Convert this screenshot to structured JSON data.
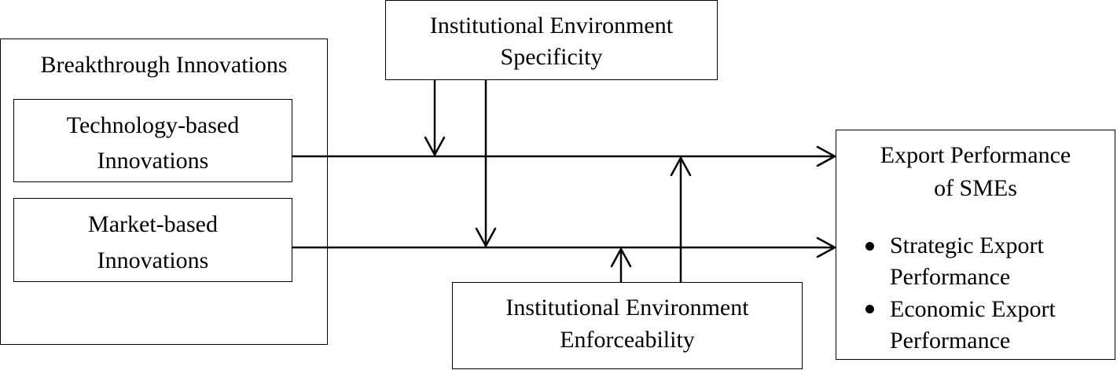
{
  "diagram": {
    "breakthrough": {
      "title": "Breakthrough Innovations",
      "technology": {
        "line1": "Technology-based",
        "line2": "Innovations"
      },
      "market": {
        "line1": "Market-based",
        "line2": "Innovations"
      }
    },
    "specificity": {
      "line1": "Institutional Environment",
      "line2": "Specificity"
    },
    "enforceability": {
      "line1": "Institutional Environment",
      "line2": "Enforceability"
    },
    "export_performance": {
      "line1": "Export Performance",
      "line2": "of SMEs",
      "items": [
        {
          "line1": "Strategic Export",
          "line2": "Performance"
        },
        {
          "line1": "Economic Export",
          "line2": "Performance"
        }
      ]
    }
  }
}
